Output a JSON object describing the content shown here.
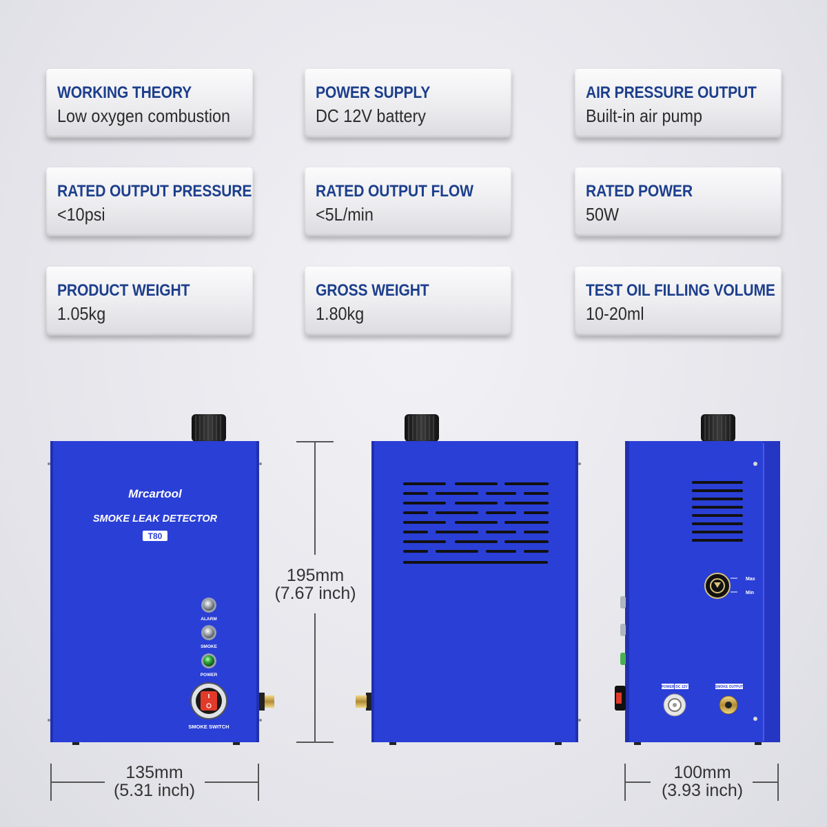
{
  "specs": [
    {
      "title": "WORKING THEORY",
      "value": "Low oxygen combustion"
    },
    {
      "title": "POWER SUPPLY",
      "value": "DC 12V battery"
    },
    {
      "title": "AIR PRESSURE OUTPUT",
      "value": "Built-in air pump"
    },
    {
      "title": "RATED OUTPUT PRESSURE",
      "value": "<10psi"
    },
    {
      "title": "RATED OUTPUT FLOW",
      "value": "<5L/min"
    },
    {
      "title": "RATED POWER",
      "value": "50W"
    },
    {
      "title": "PRODUCT WEIGHT",
      "value": "1.05kg"
    },
    {
      "title": "GROSS WEIGHT",
      "value": "1.80kg"
    },
    {
      "title": "TEST OIL FILLING VOLUME",
      "value": "10-20ml"
    }
  ],
  "front": {
    "brand": "Mrcartool",
    "product": "SMOKE LEAK DETECTOR",
    "model": "T80",
    "led_alarm": "ALARM",
    "led_smoke": "SMOKE",
    "led_power": "POWER",
    "switch_label": "SMOKE SWITCH"
  },
  "side": {
    "max_label": "Max",
    "min_label": "Min",
    "power_port": "POWER",
    "power_port_spec": "DC 12V",
    "smoke_port": "SMOKE OUTPUT"
  },
  "dimensions": {
    "height_mm": "195mm",
    "height_in": "(7.67 inch)",
    "width_mm": "135mm",
    "width_in": "(5.31 inch)",
    "depth_mm": "100mm",
    "depth_in": "(3.93 inch)"
  },
  "colors": {
    "device_blue": "#2a3fd6",
    "title_blue": "#1d3f8c"
  }
}
